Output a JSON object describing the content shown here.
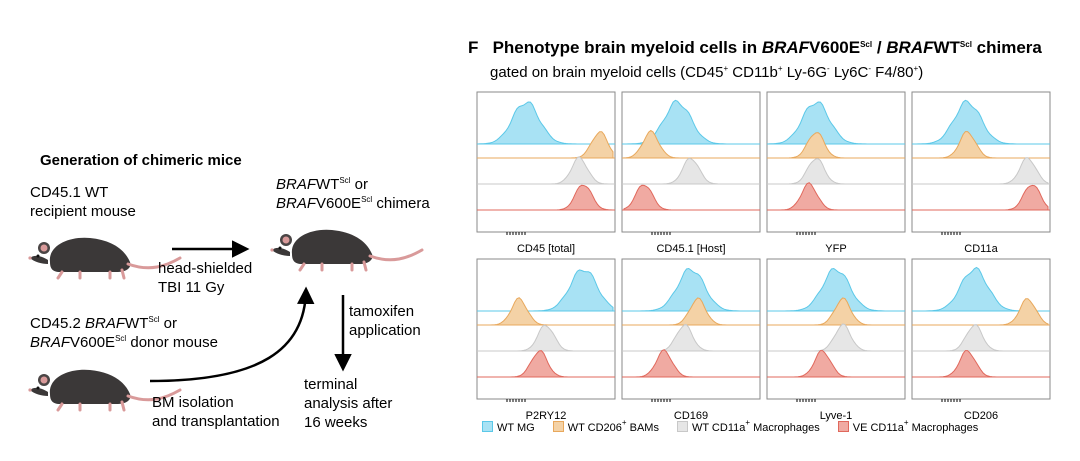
{
  "left": {
    "title": "Generation of chimeric mice",
    "recipient": {
      "line1": "CD45.1 WT",
      "line2": "recipient mouse"
    },
    "donor": {
      "line1_pre": "CD45.2 ",
      "line1_gene": "BRAF",
      "line1_var": "WT",
      "line1_sup": "Scl",
      "line1_post": " or",
      "line2_gene": "BRAF",
      "line2_var": "V600E",
      "line2_sup": "Scl",
      "line2_post": " donor mouse"
    },
    "chimera": {
      "line1_gene": "BRAF",
      "line1_var": "WT",
      "line1_sup": "Scl",
      "line1_post": " or",
      "line2_gene": "BRAF",
      "line2_var": "V600E",
      "line2_sup": "Scl",
      "line2_post": " chimera"
    },
    "arrow1": {
      "line1": "head-shielded",
      "line2": "TBI 11 Gy"
    },
    "arrow2": {
      "line1": "tamoxifen",
      "line2": "application"
    },
    "arrow3": {
      "line1": "BM isolation",
      "line2": "and transplantation"
    },
    "terminal": {
      "line1": "terminal",
      "line2": "analysis after",
      "line3": "16 weeks"
    }
  },
  "right": {
    "panel_letter": "F",
    "title_pre": "Phenotype brain myeloid cells in ",
    "title_gene1": "BRAF",
    "title_var1": "V600E",
    "title_sup1": "Scl",
    "title_sep": " / ",
    "title_gene2": "BRAF",
    "title_var2": "WT",
    "title_sup2": "Scl",
    "title_post": " chimera",
    "subtitle": {
      "pre": "gated on brain myeloid cells (CD45",
      "sup1": "+",
      "p2": " CD11b",
      "sup2": "+",
      "p3": " Ly-6G",
      "sup3": "-",
      "p4": " Ly6C",
      "sup4": "-",
      "p5": " F4/80",
      "sup5": "+",
      "post": ")"
    }
  },
  "chart_data": {
    "type": "histogram-grid",
    "panels": [
      {
        "marker": "CD45 [total]",
        "peaks": [
          0.35,
          0.9,
          0.75,
          0.78
        ]
      },
      {
        "marker": "CD45.1 [Host]",
        "peaks": [
          0.4,
          0.2,
          0.5,
          0.15
        ]
      },
      {
        "marker": "YFP",
        "peaks": [
          0.35,
          0.35,
          0.35,
          0.3
        ]
      },
      {
        "marker": "CD11a",
        "peaks": [
          0.4,
          0.4,
          0.85,
          0.88
        ]
      },
      {
        "marker": "P2RY12",
        "peaks": [
          0.78,
          0.3,
          0.5,
          0.45
        ]
      },
      {
        "marker": "CD169",
        "peaks": [
          0.5,
          0.55,
          0.45,
          0.3
        ]
      },
      {
        "marker": "Lyve-1",
        "peaks": [
          0.5,
          0.55,
          0.55,
          0.4
        ]
      },
      {
        "marker": "CD206",
        "peaks": [
          0.45,
          0.85,
          0.45,
          0.4
        ]
      }
    ],
    "series": [
      {
        "name": "WT MG",
        "label_pre": "WT MG",
        "sup": "",
        "label_post": "",
        "color": "#5bc8e8",
        "fill": "#a8e2f4"
      },
      {
        "name": "WT CD206+ BAMs",
        "label_pre": "WT CD206",
        "sup": "+",
        "label_post": " BAMs",
        "color": "#e8a85c",
        "fill": "#f4d2a6"
      },
      {
        "name": "WT CD11a+ Macrophages",
        "label_pre": "WT CD11a",
        "sup": "+",
        "label_post": " Macrophages",
        "color": "#c8c8c8",
        "fill": "#e6e6e6"
      },
      {
        "name": "VE CD11a+ Macrophages",
        "label_pre": "VE CD11a",
        "sup": "+",
        "label_post": " Macrophages",
        "color": "#e0685c",
        "fill": "#f0aaa2"
      }
    ]
  }
}
